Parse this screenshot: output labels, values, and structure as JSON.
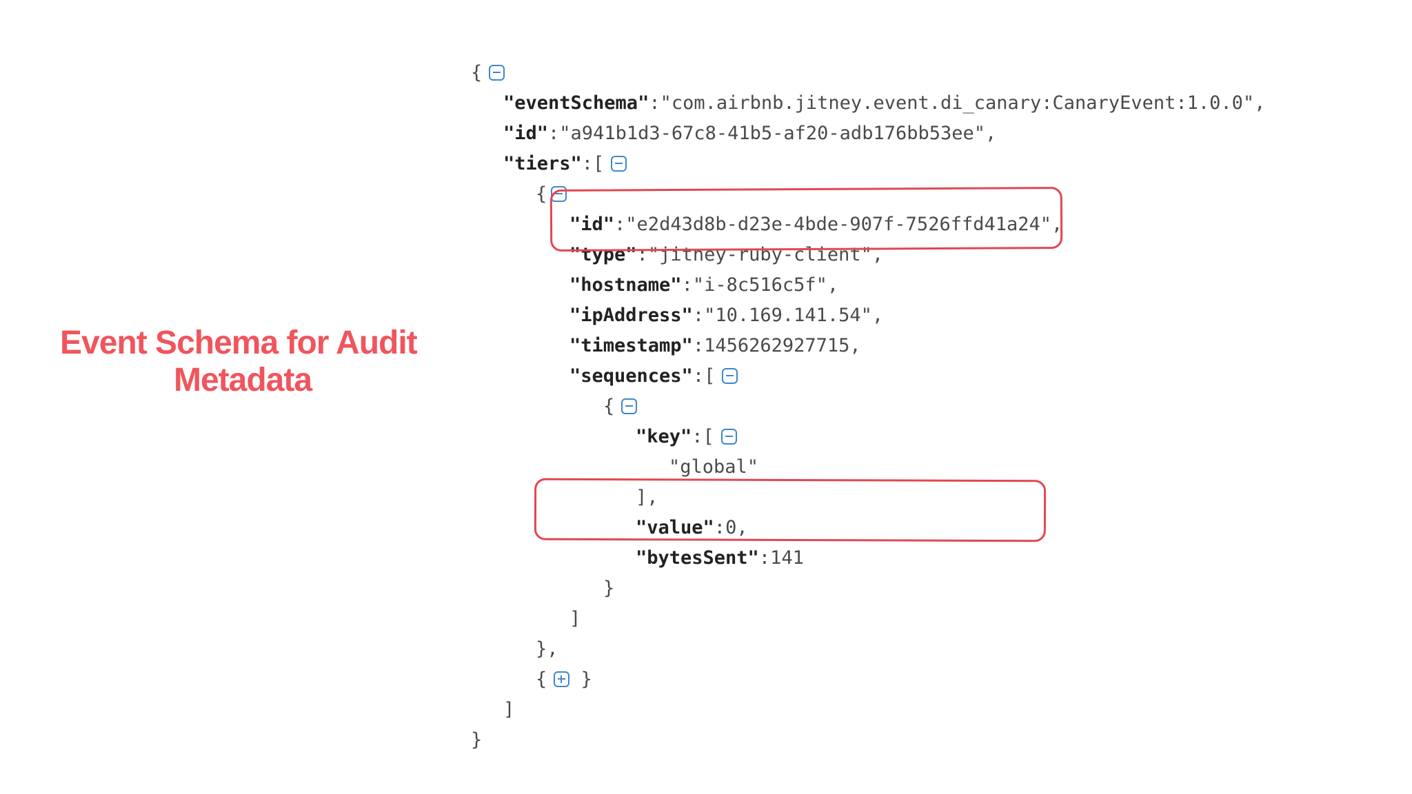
{
  "slide": {
    "title_line1": "Event Schema for Audit",
    "title_line2": "Metadata",
    "accent_color": "#f0555d",
    "highlight_color": "#e2474f",
    "toggle_color": "#3f87c9"
  },
  "json": {
    "keys": {
      "eventSchema": "\"eventSchema\"",
      "id": "\"id\"",
      "tiers": "\"tiers\"",
      "tier_id": "\"id\"",
      "type": "\"type\"",
      "hostname": "\"hostname\"",
      "ipAddress": "\"ipAddress\"",
      "timestamp": "\"timestamp\"",
      "sequences": "\"sequences\"",
      "key": "\"key\"",
      "value": "\"value\"",
      "bytesSent": "\"bytesSent\""
    },
    "values": {
      "eventSchema": "\"com.airbnb.jitney.event.di_canary:CanaryEvent:1.0.0\"",
      "id": "\"a941b1d3-67c8-41b5-af20-adb176bb53ee\"",
      "tier_id": "\"e2d43d8b-d23e-4bde-907f-7526ffd41a24\"",
      "type": "\"jitney-ruby-client\"",
      "hostname": "\"i-8c516c5f\"",
      "ipAddress": "\"10.169.141.54\"",
      "timestamp": "1456262927715",
      "key_item": "\"global\"",
      "value": "0",
      "bytesSent": "141"
    },
    "toggles": {
      "collapse_icon": "minus-square-icon",
      "expand_icon": "plus-square-icon"
    }
  }
}
